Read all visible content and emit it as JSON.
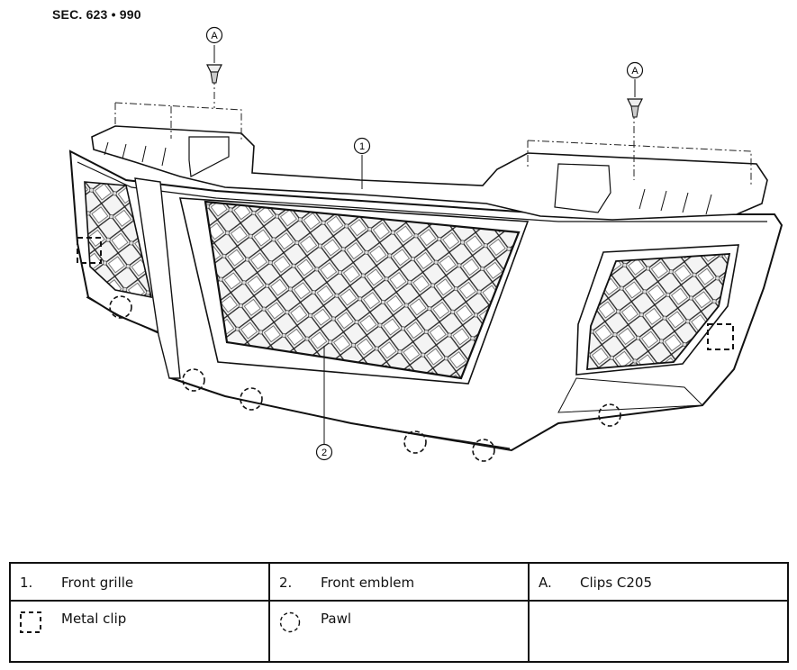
{
  "section_label": "SEC. 623 • 990",
  "callouts": {
    "grille_number": "1",
    "emblem_number": "2",
    "clip_letter_left": "A",
    "clip_letter_right": "A"
  },
  "legend": {
    "row1": [
      {
        "number": "1.",
        "label": "Front grille"
      },
      {
        "number": "2.",
        "label": "Front emblem"
      },
      {
        "number": "A.",
        "label": "Clips C205"
      }
    ],
    "row2": [
      {
        "symbol": "metal-clip-symbol",
        "label": "Metal clip"
      },
      {
        "symbol": "pawl-symbol",
        "label": "Pawl"
      },
      {
        "symbol": "",
        "label": ""
      }
    ]
  }
}
